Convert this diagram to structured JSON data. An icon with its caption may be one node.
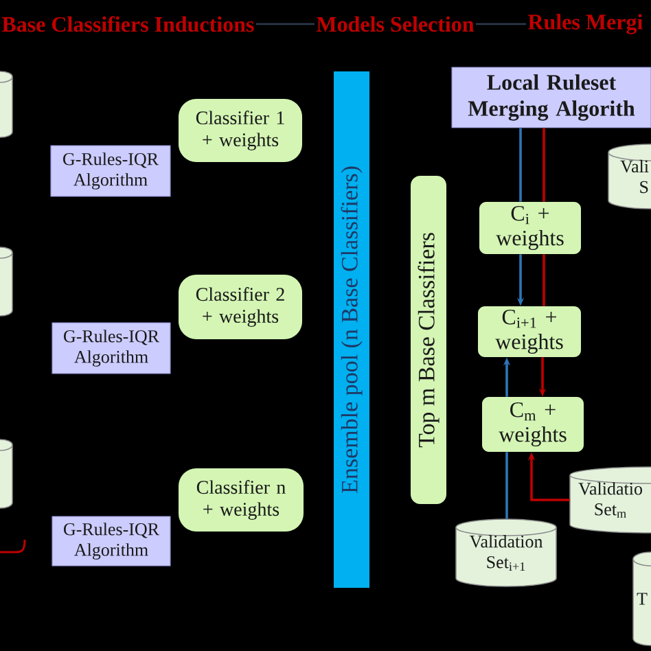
{
  "diagram": {
    "nodes": [
      {
        "text": [
          "Base Classifiers Inductions"
        ]
      },
      {
        "text": [
          "Models Selection"
        ]
      },
      {
        "text": [
          "Rules Mergi"
        ]
      },
      {
        "text": [],
        "shape": "cylinder"
      },
      {
        "text": [
          "Classifier 1 + weights"
        ]
      },
      {
        "text": [
          "G-Rules-IQR Algorithm"
        ]
      },
      {
        "text": [],
        "shape": "cylinder"
      },
      {
        "text": [
          "Classifier 2 + weights"
        ]
      },
      {
        "text": [
          "G-Rules-IQR Algorithm"
        ]
      },
      {
        "text": [],
        "shape": "cylinder"
      },
      {
        "text": [
          "Classifier n + weights"
        ]
      },
      {
        "text": [
          "G-Rules-IQR Algorithm"
        ]
      },
      {
        "text": [
          "Ensemble pool (n Base Classifiers)"
        ]
      },
      {
        "text": [
          "Top m Base Classifiers"
        ]
      },
      {
        "text": [
          "Local Ruleset Merging Algorith"
        ]
      },
      {
        "text": [
          "Vali S"
        ]
      },
      {
        "text": [
          "C$_{i}$ + weights"
        ]
      },
      {
        "text": [
          "C$_{i+1}$ + weights"
        ]
      },
      {
        "text": [
          "C$_{m}$ + weights"
        ]
      },
      {
        "text": [
          "Validatio Set$_{m}$"
        ]
      },
      {
        "text": [
          "Validation Set$_{i+1}$"
        ]
      },
      {
        "text": [
          "T"
        ]
      }
    ],
    "edges": [
      {
        "from": 0,
        "to": 1,
        "arrow": "none",
        "color": "#2e3b4e"
      },
      {
        "from": 1,
        "to": 2,
        "arrow": "none",
        "color": "#2e3b4e"
      },
      {
        "from": 14,
        "to": 16,
        "arrow": "none",
        "color": "#2e75b6"
      },
      {
        "from": 14,
        "to": 16,
        "arrow": "none",
        "color": "#c00000"
      },
      {
        "from": 16,
        "to": 17,
        "arrow": "to",
        "color": "#2e75b6"
      },
      {
        "from": 16,
        "to": 17,
        "arrow": "none",
        "color": "#c00000"
      },
      {
        "from": 17,
        "to": 18,
        "arrow": "to",
        "color": "#c00000"
      },
      {
        "from": 18,
        "to": 17,
        "arrow": "to",
        "color": "#2e75b6"
      },
      {
        "from": 20,
        "to": 18,
        "arrow": "none",
        "color": "#2e75b6"
      },
      {
        "from": 19,
        "to": 18,
        "arrow": "to",
        "color": "#c00000"
      }
    ]
  }
}
